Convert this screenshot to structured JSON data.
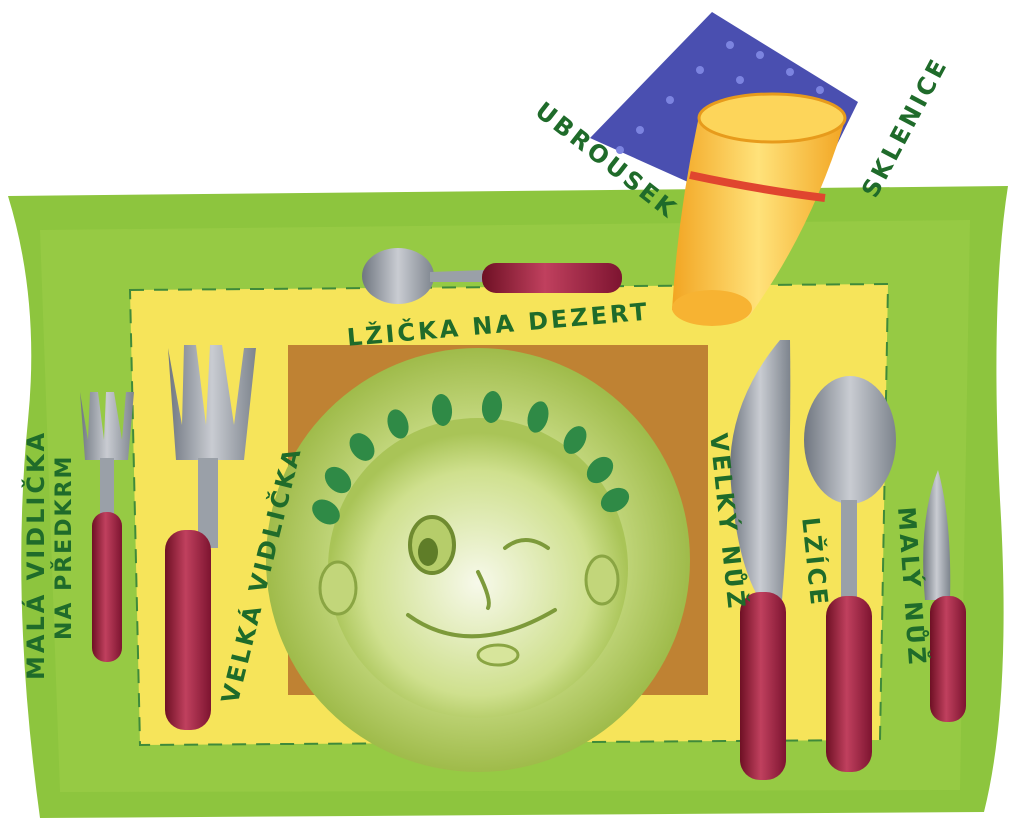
{
  "labels": {
    "napkin": "UBROUSEK",
    "glass": "SKLENICE",
    "dessert_spoon": "LŽIČKA NA DEZERT",
    "small_fork_line1": "MALÁ VIDLIČKA",
    "small_fork_line2": "NA PŘEDKRM",
    "large_fork": "VELKÁ VIDLIČKA",
    "large_knife": "VELKÝ NŮŽ",
    "spoon": "LŽÍCE",
    "small_knife": "MALÝ NŮŽ"
  },
  "colors": {
    "placemat_green": "#8dc53e",
    "mat_yellow": "#f6e45a",
    "plate_green": "#b8cf6a",
    "napkin_blue": "#4a4fb0",
    "glass_orange": "#f7c23a",
    "handle_red": "#a3203f",
    "label_green": "#1f6b2a"
  }
}
